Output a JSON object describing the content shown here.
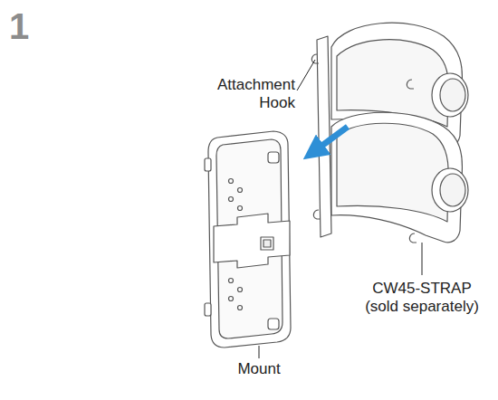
{
  "diagram": {
    "labels": [
      "1",
      "Attachment Hook",
      "CW45-STRAP (sold separately)",
      "Mount"
    ]
  }
}
